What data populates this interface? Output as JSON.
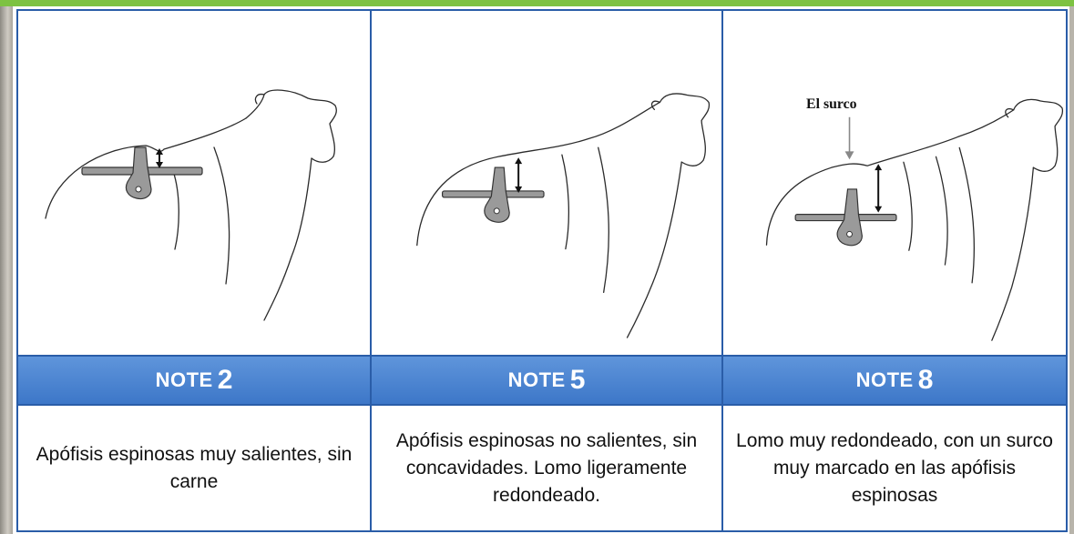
{
  "panels": [
    {
      "header_word": "NOTE",
      "header_number": "2",
      "description": "Apófisis espinosas muy salientes, sin carne"
    },
    {
      "header_word": "NOTE",
      "header_number": "5",
      "description": "Apófisis espinosas no salientes, sin concavidades. Lomo ligeramente redondeado."
    },
    {
      "header_word": "NOTE",
      "header_number": "8",
      "description": "Lomo muy redondeado, con un surco muy marcado en las apófisis espinosas",
      "annotation": "El surco"
    }
  ],
  "colors": {
    "accent_green": "#7dc242",
    "header_blue": "#3d77c8",
    "border_blue": "#2a5da8"
  }
}
